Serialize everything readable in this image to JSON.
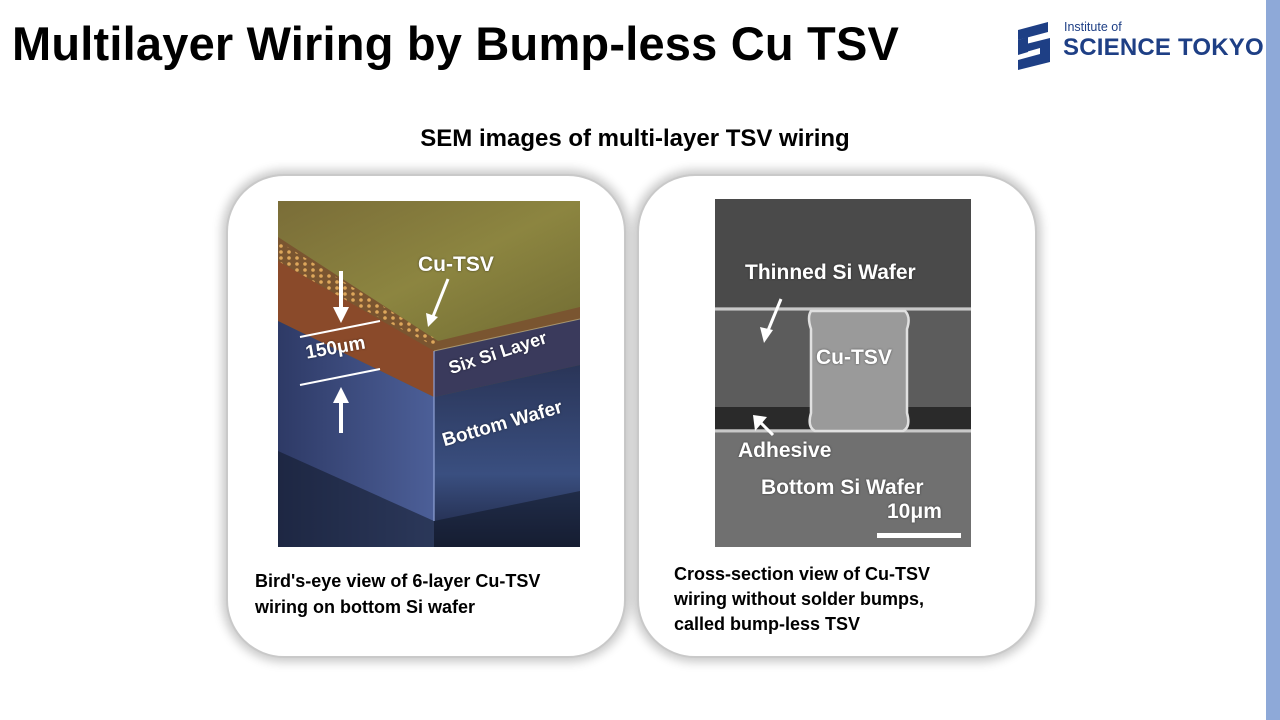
{
  "slide": {
    "title": "Multilayer Wiring by Bump-less Cu TSV",
    "subtitle": "SEM images of multi-layer TSV wiring"
  },
  "logo": {
    "line1": "Institute of",
    "line2": "SCIENCE TOKYO",
    "color": "#1e3f85"
  },
  "left_panel": {
    "labels": {
      "cu_tsv": "Cu-TSV",
      "thickness": "150μm",
      "six_si_layer": "Six Si Layer",
      "bottom_wafer": "Bottom Wafer"
    },
    "caption": "Bird's-eye view of 6-layer Cu-TSV\nwiring on bottom Si wafer"
  },
  "right_panel": {
    "labels": {
      "thinned_si_wafer": "Thinned Si Wafer",
      "cu_tsv": "Cu-TSV",
      "adhesive": "Adhesive",
      "bottom_si_wafer": "Bottom Si Wafer",
      "scale": "10μm"
    },
    "caption": "Cross-section view of Cu-TSV\nwiring without solder bumps,\ncalled bump-less TSV"
  },
  "colors": {
    "accent_bar": "#8ea9d8",
    "panel_border": "#c9c9c9"
  }
}
